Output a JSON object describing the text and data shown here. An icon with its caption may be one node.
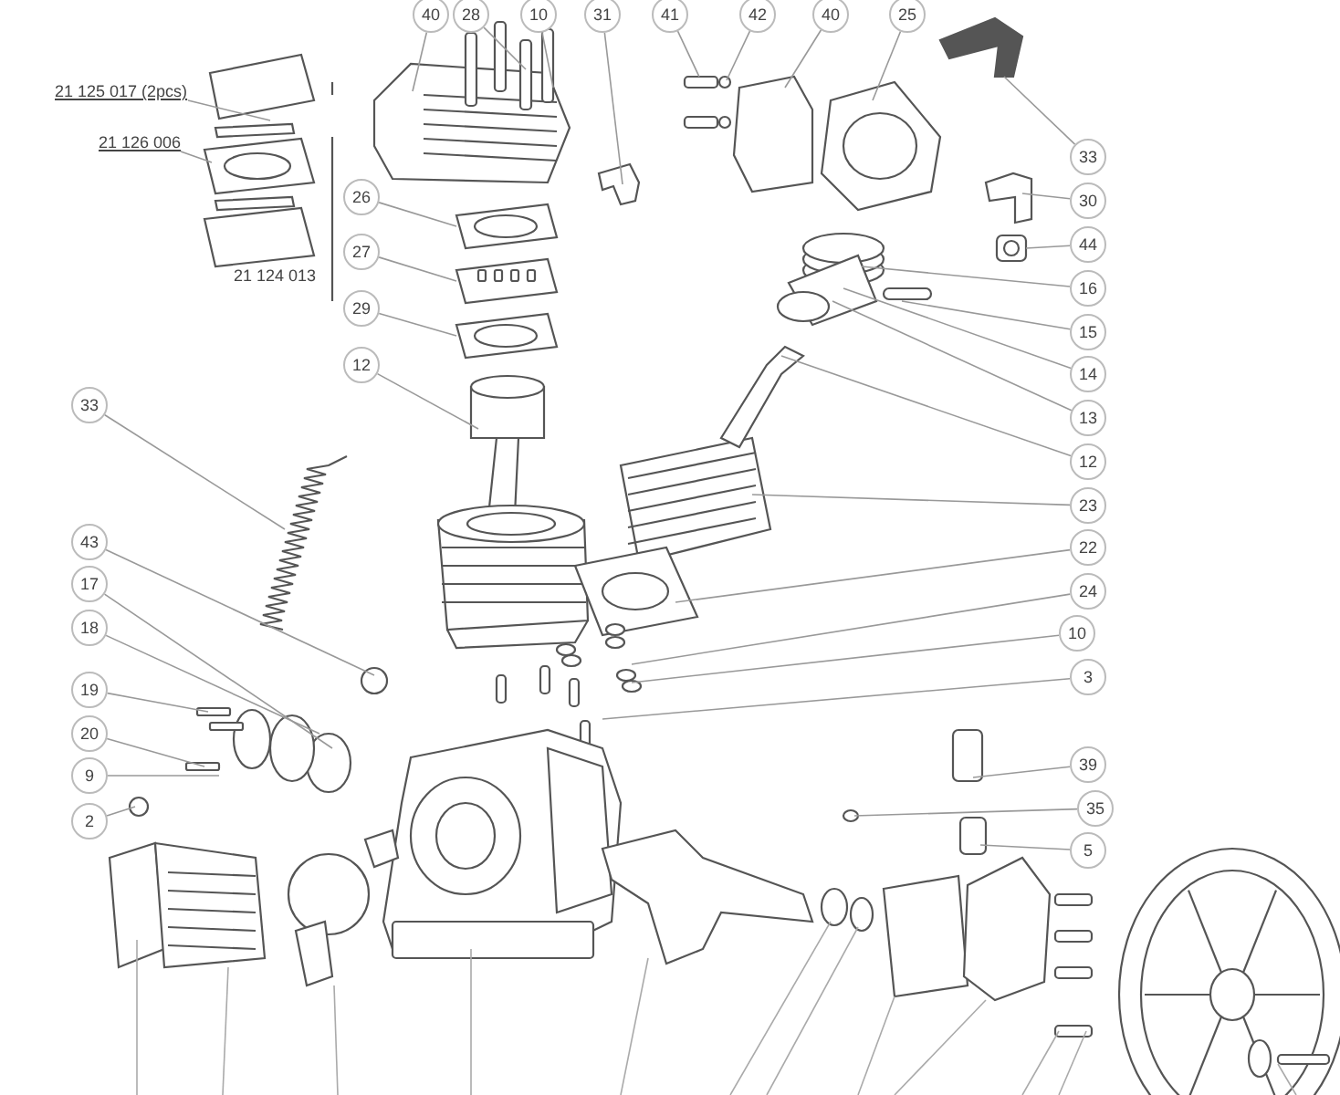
{
  "diagram": {
    "nodes": [
      {
        "text": [
          "40"
        ]
      },
      {
        "text": [
          "28"
        ]
      },
      {
        "text": [
          "10"
        ]
      },
      {
        "text": [
          "31"
        ]
      },
      {
        "text": [
          "41"
        ]
      },
      {
        "text": [
          "42"
        ]
      },
      {
        "text": [
          "40"
        ]
      },
      {
        "text": [
          "25"
        ]
      },
      {
        "text": [
          "33"
        ]
      },
      {
        "text": [
          "30"
        ]
      },
      {
        "text": [
          "44"
        ]
      },
      {
        "text": [
          "16"
        ]
      },
      {
        "text": [
          "15"
        ]
      },
      {
        "text": [
          "14"
        ]
      },
      {
        "text": [
          "13"
        ]
      },
      {
        "text": [
          "12"
        ]
      },
      {
        "text": [
          "23"
        ]
      },
      {
        "text": [
          "22"
        ]
      },
      {
        "text": [
          "24"
        ]
      },
      {
        "text": [
          "10"
        ]
      },
      {
        "text": [
          "3"
        ]
      },
      {
        "text": [
          "39"
        ]
      },
      {
        "text": [
          "35"
        ]
      },
      {
        "text": [
          "5"
        ]
      },
      {
        "text": [
          "21 125 017 (2pcs)"
        ]
      },
      {
        "text": [
          "21 126 006"
        ]
      },
      {
        "text": [
          "26"
        ]
      },
      {
        "text": [
          "27"
        ]
      },
      {
        "text": [
          "29"
        ]
      },
      {
        "text": [
          "12"
        ]
      },
      {
        "text": [
          "33"
        ]
      },
      {
        "text": [
          "43"
        ]
      },
      {
        "text": [
          "17"
        ]
      },
      {
        "text": [
          "18"
        ]
      },
      {
        "text": [
          "19"
        ]
      },
      {
        "text": [
          "20"
        ]
      },
      {
        "text": [
          "9"
        ]
      },
      {
        "text": [
          "2"
        ]
      }
    ],
    "edges": [
      {
        "from": 0,
        "to": null,
        "arrow": "none"
      },
      {
        "from": 1,
        "to": null,
        "arrow": "none"
      },
      {
        "from": 2,
        "to": null,
        "arrow": "none"
      },
      {
        "from": 3,
        "to": null,
        "arrow": "none"
      },
      {
        "from": 4,
        "to": null,
        "arrow": "none"
      },
      {
        "from": 5,
        "to": null,
        "arrow": "none"
      },
      {
        "from": 6,
        "to": null,
        "arrow": "none"
      },
      {
        "from": 7,
        "to": null,
        "arrow": "none"
      },
      {
        "from": 8,
        "to": null,
        "arrow": "none"
      },
      {
        "from": 9,
        "to": null,
        "arrow": "none"
      },
      {
        "from": 10,
        "to": null,
        "arrow": "none"
      },
      {
        "from": 11,
        "to": null,
        "arrow": "none"
      },
      {
        "from": 12,
        "to": null,
        "arrow": "none"
      },
      {
        "from": 13,
        "to": null,
        "arrow": "none"
      },
      {
        "from": 14,
        "to": null,
        "arrow": "none"
      },
      {
        "from": 15,
        "to": null,
        "arrow": "none"
      },
      {
        "from": 16,
        "to": null,
        "arrow": "none"
      },
      {
        "from": 17,
        "to": null,
        "arrow": "none"
      },
      {
        "from": 18,
        "to": null,
        "arrow": "none"
      },
      {
        "from": 19,
        "to": null,
        "arrow": "none"
      },
      {
        "from": 20,
        "to": null,
        "arrow": "none"
      },
      {
        "from": 21,
        "to": null,
        "arrow": "none"
      },
      {
        "from": 22,
        "to": null,
        "arrow": "none"
      },
      {
        "from": 23,
        "to": null,
        "arrow": "none"
      },
      {
        "from": 24,
        "to": null,
        "arrow": "none"
      },
      {
        "from": 25,
        "to": null,
        "arrow": "none"
      },
      {
        "from": 26,
        "to": null,
        "arrow": "none"
      },
      {
        "from": 27,
        "to": null,
        "arrow": "none"
      },
      {
        "from": 28,
        "to": null,
        "arrow": "none"
      },
      {
        "from": 29,
        "to": null,
        "arrow": "none"
      },
      {
        "from": 30,
        "to": null,
        "arrow": "none"
      },
      {
        "from": 31,
        "to": null,
        "arrow": "none"
      },
      {
        "from": 32,
        "to": null,
        "arrow": "none"
      },
      {
        "from": 33,
        "to": null,
        "arrow": "none"
      },
      {
        "from": 34,
        "to": null,
        "arrow": "none"
      },
      {
        "from": 35,
        "to": null,
        "arrow": "none"
      },
      {
        "from": 36,
        "to": null,
        "arrow": "none"
      },
      {
        "from": 37,
        "to": null,
        "arrow": "none"
      }
    ],
    "labels": [
      "21 124 013"
    ]
  }
}
